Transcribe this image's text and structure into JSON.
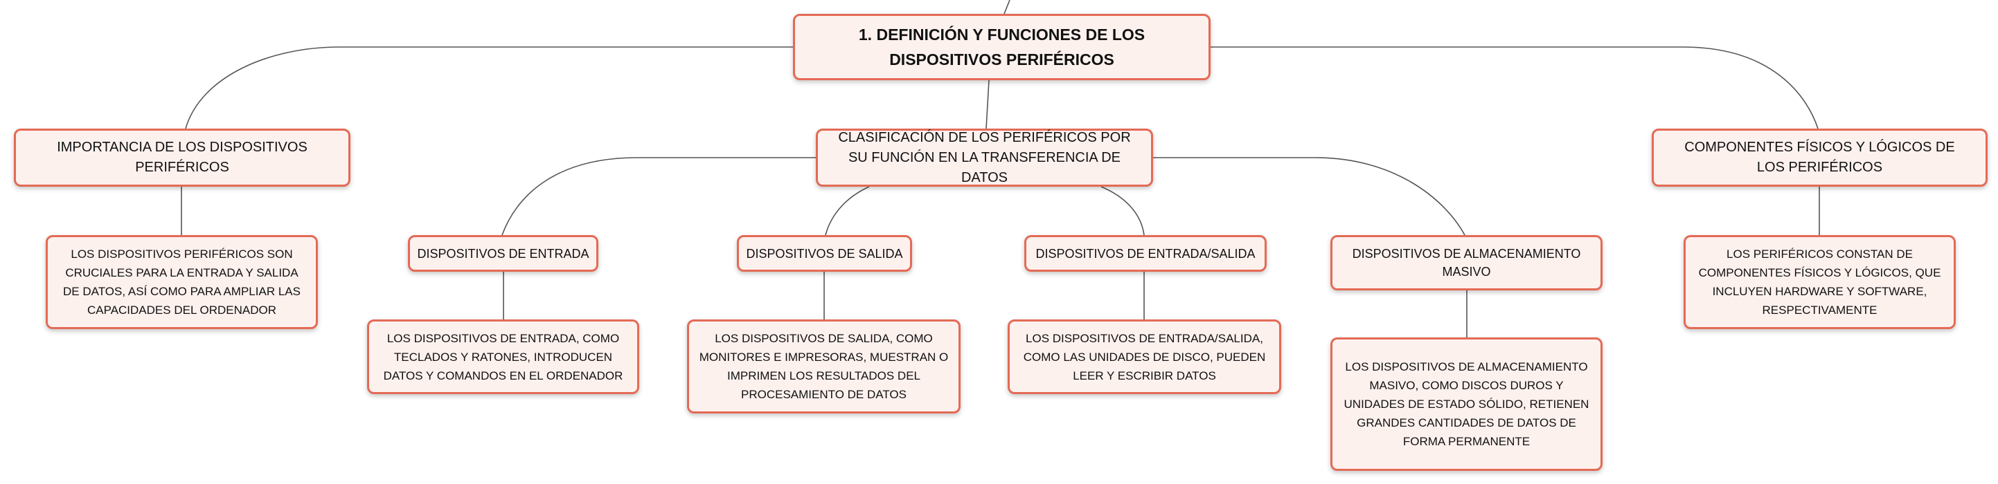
{
  "diagram": {
    "root": "1. DEFINICIÓN Y FUNCIONES DE LOS DISPOSITIVOS PERIFÉRICOS",
    "importance": {
      "title": "IMPORTANCIA DE LOS DISPOSITIVOS PERIFÉRICOS",
      "detail": "LOS DISPOSITIVOS PERIFÉRICOS SON CRUCIALES PARA LA ENTRADA Y SALIDA DE DATOS, ASÍ COMO PARA AMPLIAR LAS CAPACIDADES DEL ORDENADOR"
    },
    "classification": {
      "title": "CLASIFICACIÓN DE LOS PERIFÉRICOS POR SU FUNCIÓN EN LA TRANSFERENCIA DE DATOS",
      "children": [
        {
          "title": "DISPOSITIVOS DE ENTRADA",
          "detail": "LOS DISPOSITIVOS DE ENTRADA, COMO TECLADOS Y RATONES, INTRODUCEN DATOS Y COMANDOS EN EL ORDENADOR"
        },
        {
          "title": "DISPOSITIVOS DE SALIDA",
          "detail": "LOS DISPOSITIVOS DE SALIDA, COMO MONITORES E IMPRESORAS, MUESTRAN O IMPRIMEN LOS RESULTADOS DEL PROCESAMIENTO DE DATOS"
        },
        {
          "title": "DISPOSITIVOS DE ENTRADA/SALIDA",
          "detail": "LOS DISPOSITIVOS DE ENTRADA/SALIDA, COMO LAS UNIDADES DE DISCO, PUEDEN LEER Y ESCRIBIR DATOS"
        },
        {
          "title": "DISPOSITIVOS DE ALMACENAMIENTO MASIVO",
          "detail": "LOS DISPOSITIVOS DE ALMACENAMIENTO MASIVO, COMO DISCOS DUROS Y UNIDADES DE ESTADO SÓLIDO, RETIENEN GRANDES CANTIDADES DE DATOS DE FORMA PERMANENTE"
        }
      ]
    },
    "components": {
      "title": "COMPONENTES FÍSICOS Y LÓGICOS DE LOS PERIFÉRICOS",
      "detail": "LOS PERIFÉRICOS CONSTAN DE COMPONENTES FÍSICOS Y LÓGICOS, QUE INCLUYEN HARDWARE Y SOFTWARE, RESPECTIVAMENTE"
    },
    "colors": {
      "border": "#e46a55",
      "fill": "#fdf1ee",
      "connector": "#555555"
    }
  }
}
